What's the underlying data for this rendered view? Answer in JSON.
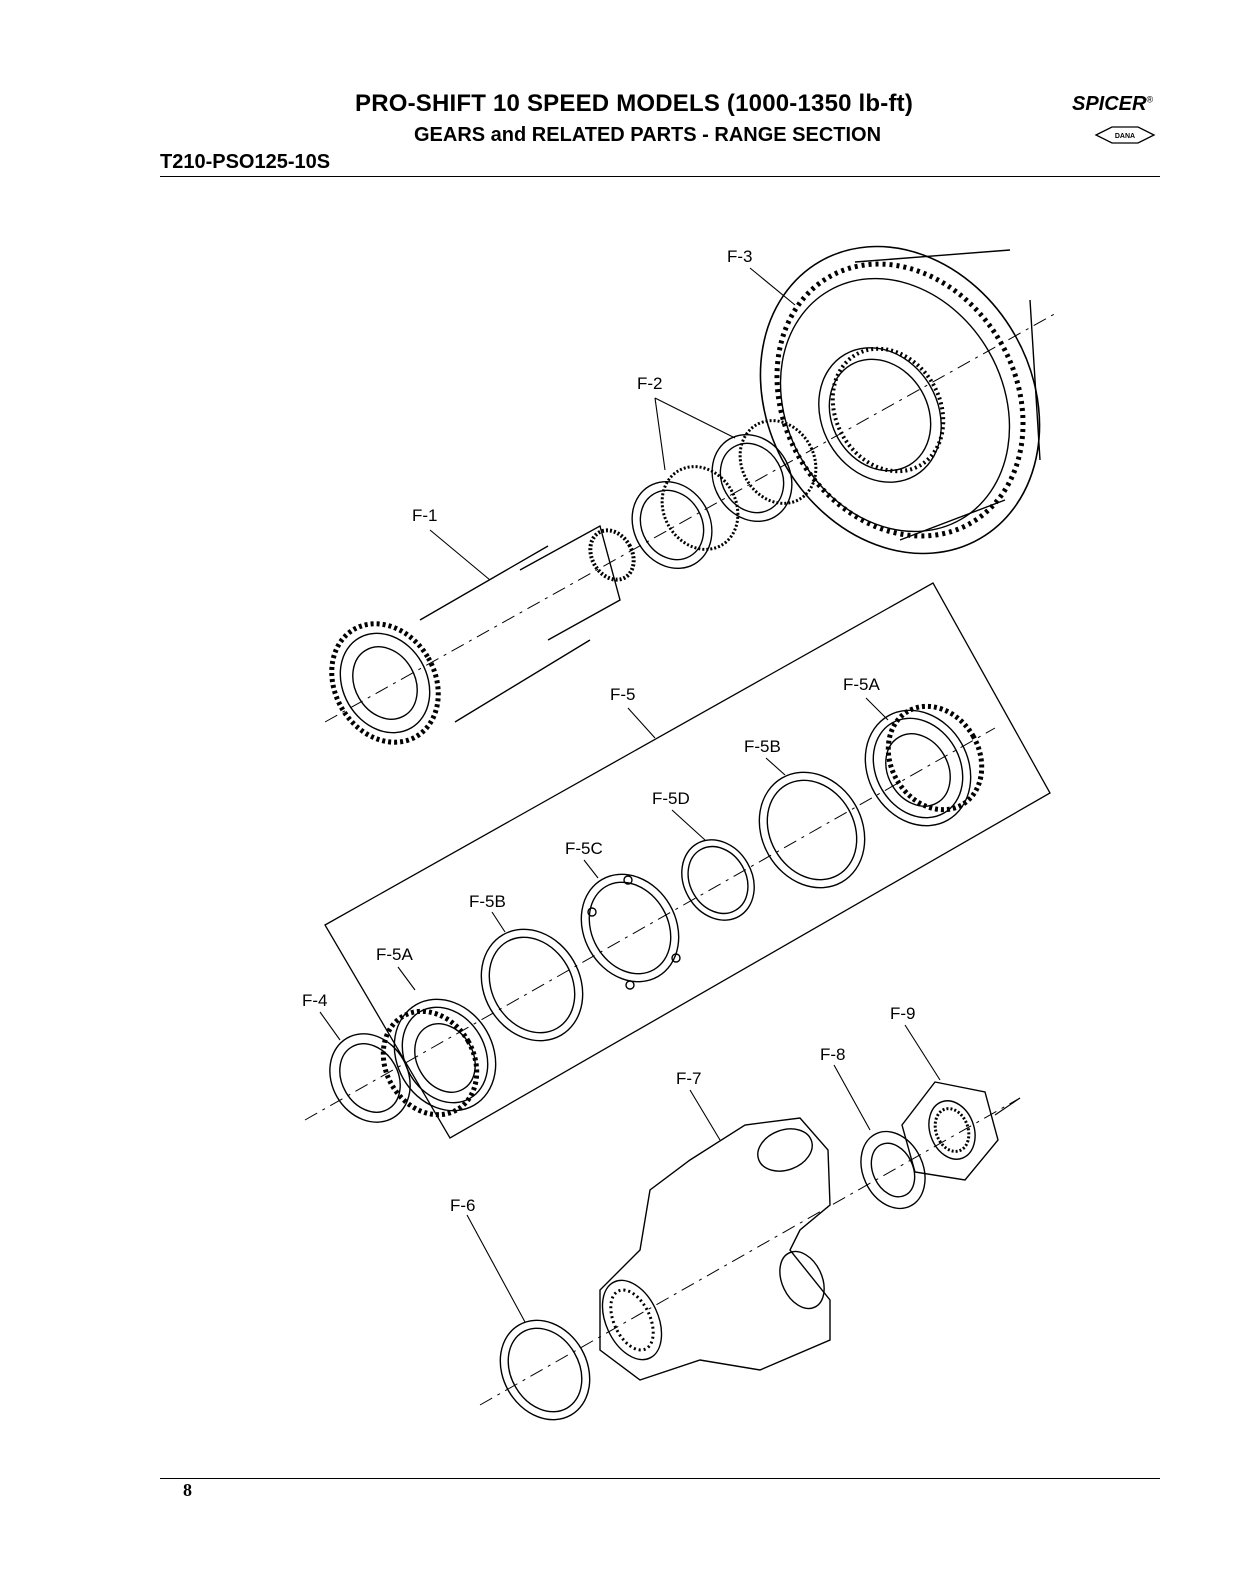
{
  "header": {
    "title": "PRO-SHIFT 10 SPEED MODELS (1000-1350 lb-ft)",
    "subtitle": "GEARS and RELATED PARTS - RANGE SECTION",
    "part_code": "T210-PSO125-10S",
    "brand": "SPICER",
    "brand_mark": "®",
    "logo_text": "DANA"
  },
  "callouts": {
    "f1": "F-1",
    "f2": "F-2",
    "f3": "F-3",
    "f4": "F-4",
    "f5": "F-5",
    "f5a_right": "F-5A",
    "f5b_right": "F-5B",
    "f5d": "F-5D",
    "f5c": "F-5C",
    "f5b_left": "F-5B",
    "f5a_left": "F-5A",
    "f6": "F-6",
    "f7": "F-7",
    "f8": "F-8",
    "f9": "F-9"
  },
  "footer": {
    "page_number": "8"
  }
}
